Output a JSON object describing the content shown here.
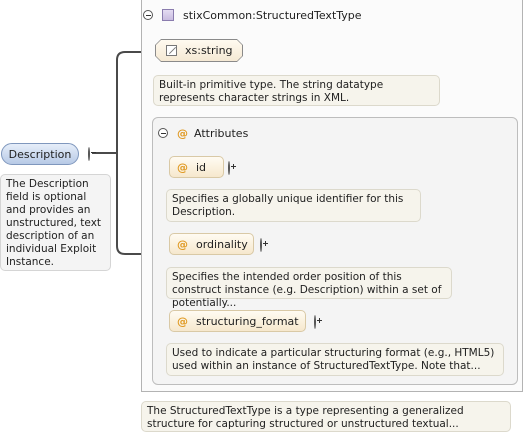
{
  "element": {
    "name": "Description",
    "doc": "The Description field is optional and provides an unstructured, text description of an individual Exploit Instance."
  },
  "complex_type": {
    "name": "stixCommon:StructuredTextType",
    "doc": "The StructuredTextType is a type representing a generalized structure for capturing structured or unstructured textual..."
  },
  "base_type": {
    "name": "xs:string",
    "doc": "Built-in primitive type. The string datatype represents character strings in XML."
  },
  "attributes": {
    "title": "Attributes",
    "symbol": "@",
    "items": [
      {
        "name": "id",
        "doc": "Specifies a globally unique identifier for this Description."
      },
      {
        "name": "ordinality",
        "doc": "Specifies the intended order position of this construct instance (e.g. Description) within a set of potentially..."
      },
      {
        "name": "structuring_format",
        "doc": "Used to indicate a particular structuring format (e.g., HTML5) used within an instance of StructuredTextType. Note that..."
      }
    ]
  },
  "colors": {
    "element_fill": "#c9d7ee",
    "attribute_symbol": "#e09a24",
    "connector": "#4a4a4a"
  }
}
